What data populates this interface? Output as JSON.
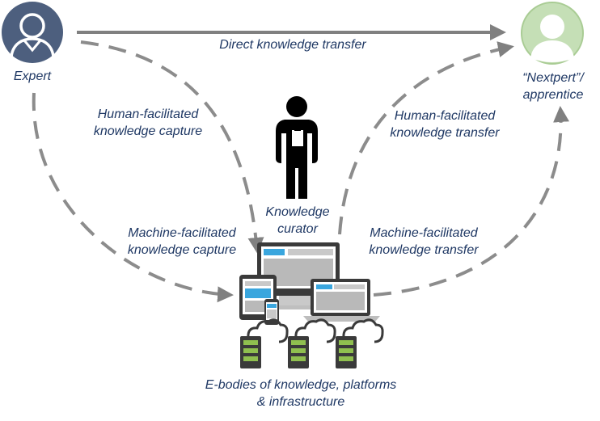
{
  "nodes": {
    "expert": {
      "label": "Expert"
    },
    "nextpert": {
      "label_line1": "“Nextpert”/",
      "label_line2": "apprentice"
    },
    "curator": {
      "label_line1": "Knowledge",
      "label_line2": "curator"
    },
    "ebodies": {
      "label_line1": "E-bodies of knowledge, platforms",
      "label_line2": "& infrastructure"
    }
  },
  "flows": {
    "direct": {
      "label": "Direct knowledge transfer"
    },
    "human_capture": {
      "label_line1": "Human-facilitated",
      "label_line2": "knowledge capture"
    },
    "human_transfer": {
      "label_line1": "Human-facilitated",
      "label_line2": "knowledge transfer"
    },
    "machine_capture": {
      "label_line1": "Machine-facilitated",
      "label_line2": "knowledge capture"
    },
    "machine_transfer": {
      "label_line1": "Machine-facilitated",
      "label_line2": "knowledge transfer"
    }
  },
  "colors": {
    "text": "#1f3864",
    "expert_avatar": "#4d5f7e",
    "nextpert_avatar": "#c5dfb6",
    "arrow": "#808080",
    "screen_blue": "#3aa6de",
    "server_green": "#8fbf4f"
  }
}
